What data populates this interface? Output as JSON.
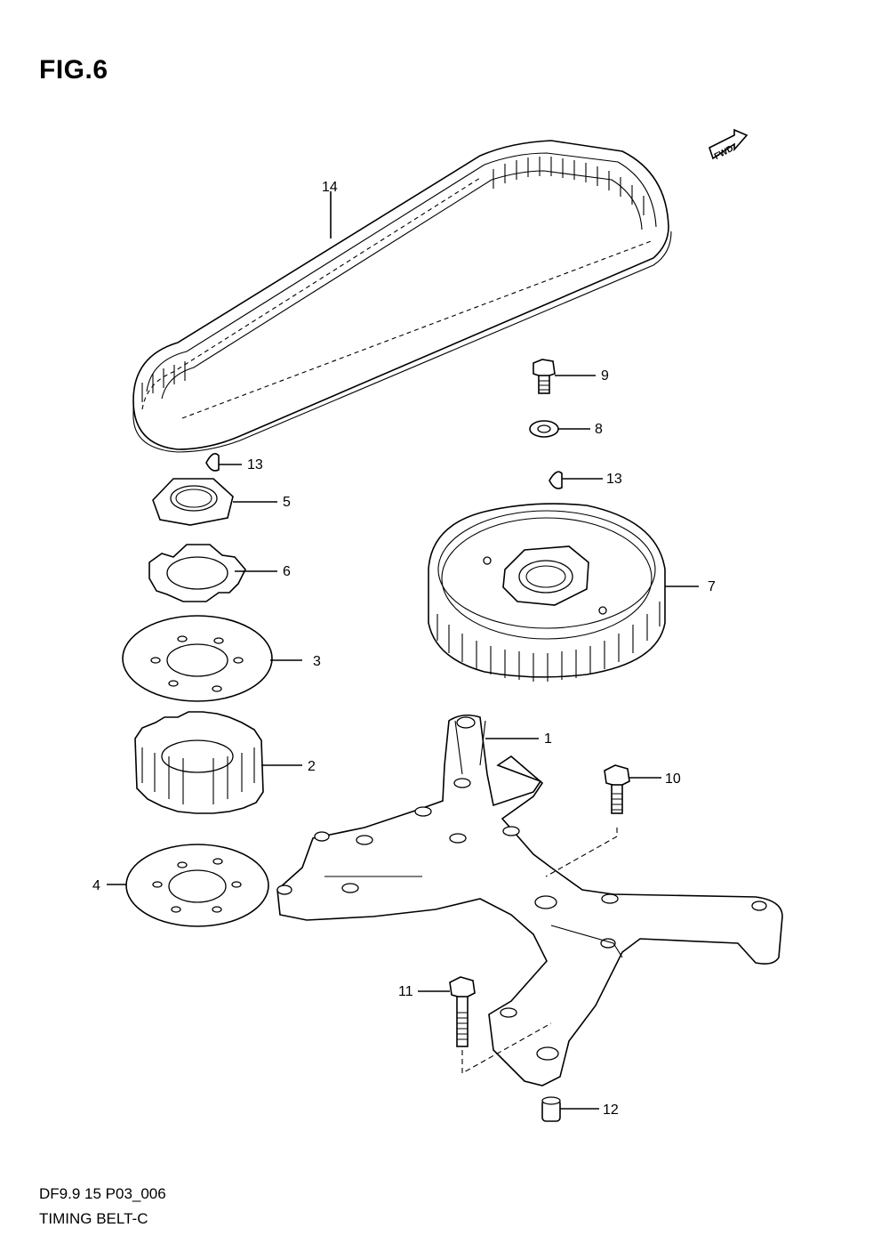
{
  "figure": {
    "title": "FIG.6",
    "fwd_badge": "FWD",
    "drawing_code": "DF9.9 15 P03_006",
    "caption": "TIMING BELT-C"
  },
  "callouts": [
    {
      "id": "1",
      "part": "bracket"
    },
    {
      "id": "2",
      "part": "crankshaft-sprocket"
    },
    {
      "id": "3",
      "part": "upper-flange-plate"
    },
    {
      "id": "4",
      "part": "lower-flange-plate"
    },
    {
      "id": "5",
      "part": "nut"
    },
    {
      "id": "6",
      "part": "lock-washer"
    },
    {
      "id": "7",
      "part": "camshaft-pulley"
    },
    {
      "id": "8",
      "part": "washer"
    },
    {
      "id": "9",
      "part": "bolt"
    },
    {
      "id": "10",
      "part": "bolt"
    },
    {
      "id": "11",
      "part": "bolt"
    },
    {
      "id": "12",
      "part": "dowel-pin"
    },
    {
      "id": "13",
      "part": "key"
    },
    {
      "id": "14",
      "part": "timing-belt"
    }
  ]
}
